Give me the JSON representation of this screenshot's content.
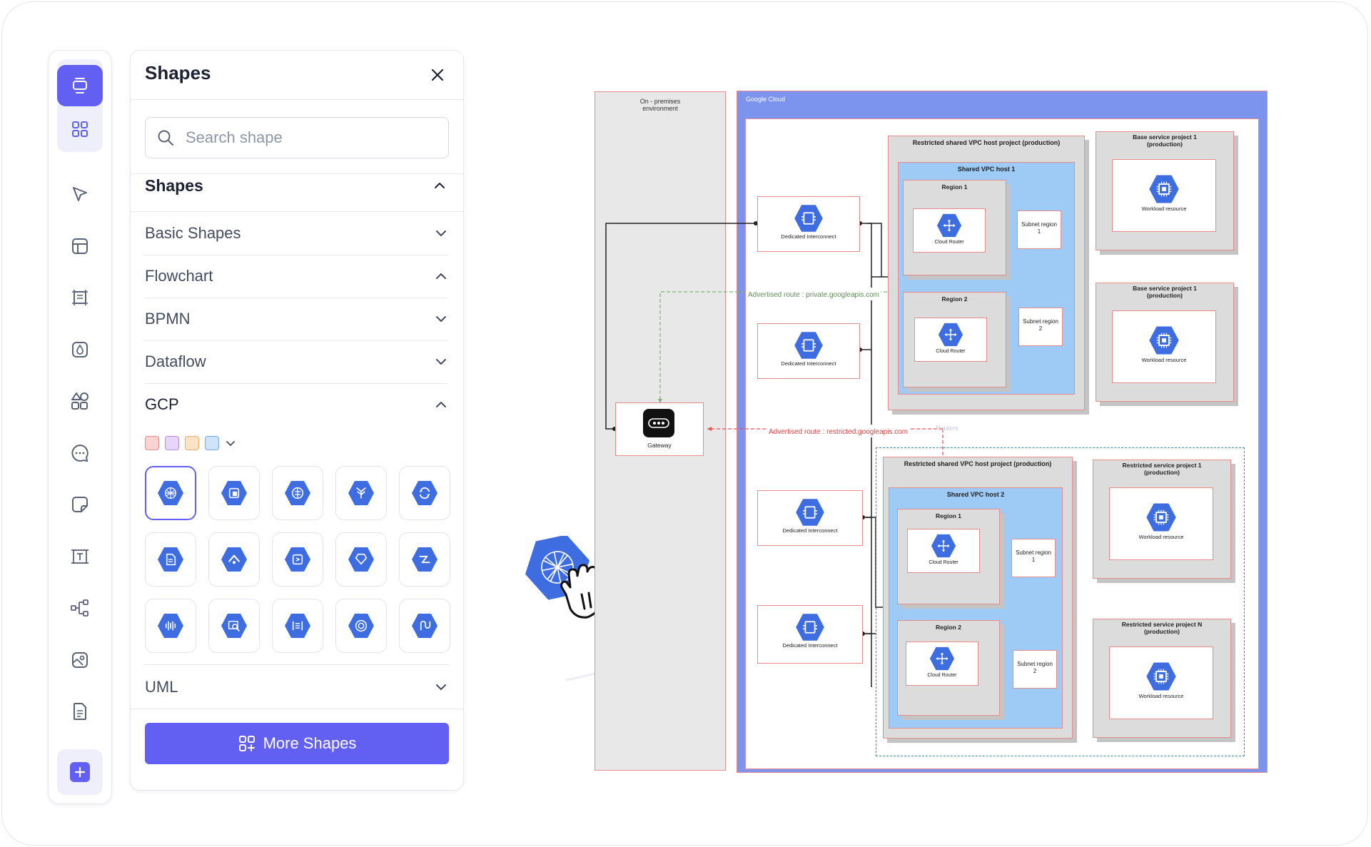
{
  "panel": {
    "title": "Shapes",
    "search_placeholder": "Search shape",
    "section_title": "Shapes",
    "categories": [
      {
        "label": "Basic Shapes",
        "state": "collapsed"
      },
      {
        "label": "Flowchart",
        "state": "expanded"
      },
      {
        "label": "BPMN",
        "state": "collapsed"
      },
      {
        "label": "Dataflow",
        "state": "collapsed"
      },
      {
        "label": "GCP",
        "state": "expanded"
      },
      {
        "label": "UML",
        "state": "collapsed"
      }
    ],
    "swatch_colors": [
      "#fbd3d3",
      "#e7d6fb",
      "#fde3c6",
      "#cfe3fb"
    ],
    "gcp_icons": [
      "gcp-mesh-icon",
      "gcp-build-icon",
      "gcp-brain-icon",
      "gcp-tree-icon",
      "gcp-sync-icon",
      "gcp-doc-icon",
      "gcp-network-icon",
      "gcp-code-icon",
      "gcp-gem-icon",
      "gcp-flow-icon",
      "gcp-bars-icon",
      "gcp-search-icon",
      "gcp-list-icon",
      "gcp-target-icon",
      "gcp-transfer-icon"
    ],
    "more_label": "More Shapes"
  },
  "toolbar": {
    "icons": [
      "monitor-icon",
      "grid-icon",
      "pointer-icon",
      "template-icon",
      "frame-icon",
      "fill-icon",
      "shapes-icon",
      "comment-icon",
      "sticky-note-icon",
      "text-icon",
      "mindmap-icon",
      "image-icon",
      "document-icon",
      "plus-icon"
    ]
  },
  "diagram": {
    "onprem_title": "On - premises environment",
    "gcloud_title": "Google Cloud",
    "gateway": "Gateway",
    "dedicated": "Dedicated Interconnect",
    "restricted_top": "Restricted shared VPC host project (production)",
    "shared_vpc_1": "Shared VPC host 1",
    "shared_vpc_2": "Shared VPC host 2",
    "region1": "Region 1",
    "region2": "Region 2",
    "cloud_router": "Cloud Router",
    "subnet1": "Subnet region 1",
    "subnet2": "Subnet region 2",
    "base1": "Base service project 1 (production)",
    "base2": "Base service project 1 (production)",
    "workload": "Workload resource",
    "restricted_bottom": "Restricted shared VPC host project (production)",
    "rsp1": "Restricted service project 1 (production)",
    "rspn": "Restricted service project N (production)",
    "route_private": "Advertised route : private.googleapis.com",
    "route_restricted": "Advertised route : restricted.googleapis.com",
    "route_restricted_suffix": "Routers"
  },
  "colors": {
    "accent": "#6160f2",
    "gcp_blue": "#4a70e0",
    "border_red": "#e78c8c",
    "gcloud_bg": "#7c94ee",
    "vpc_blue": "#9ecbf6"
  }
}
